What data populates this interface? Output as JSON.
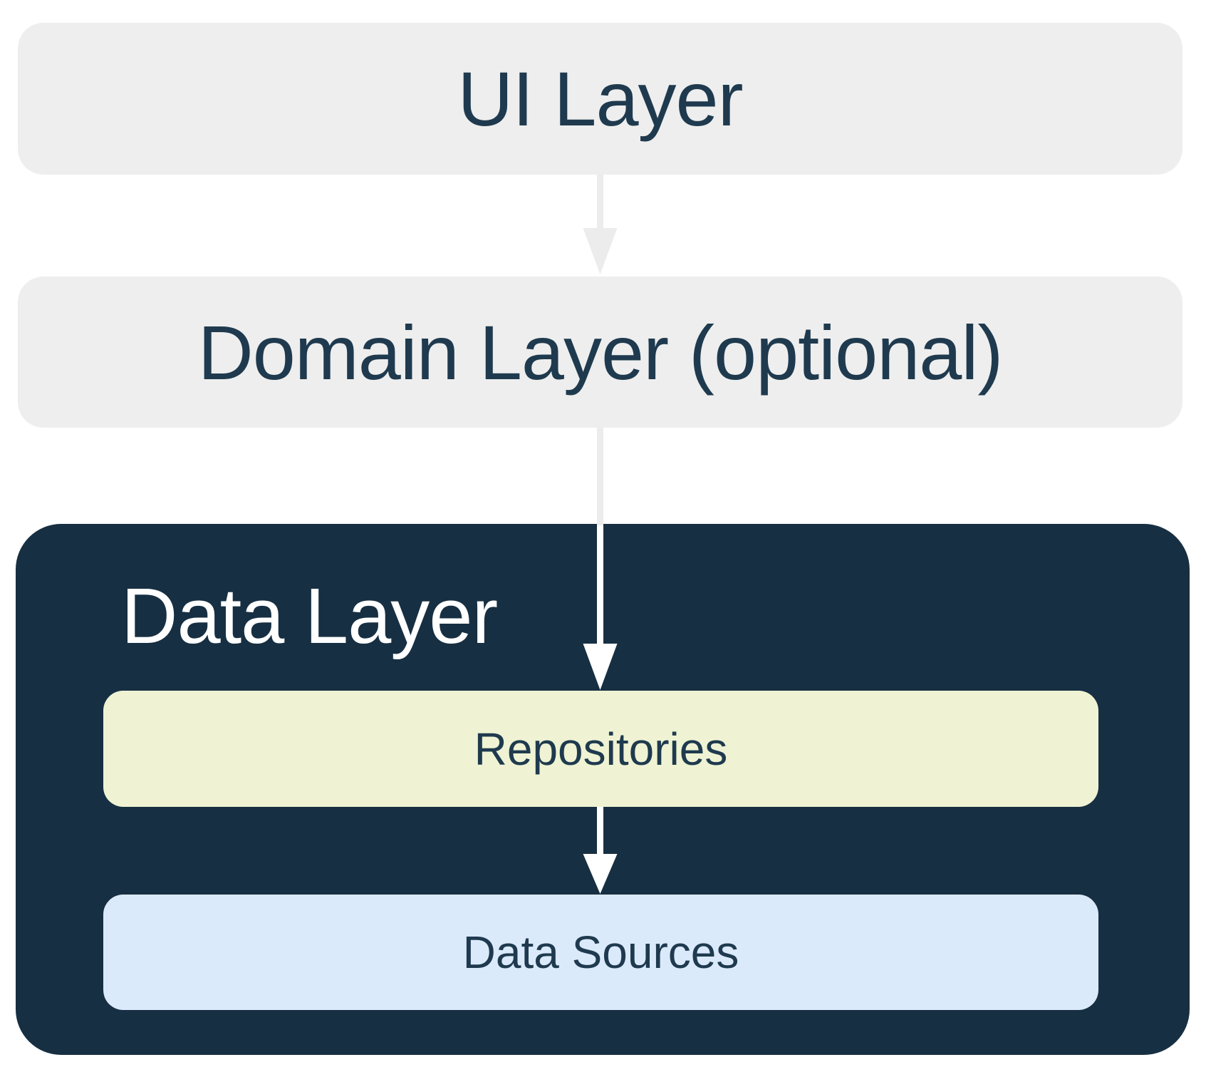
{
  "nodes": {
    "ui_layer": {
      "label": "UI Layer"
    },
    "domain_layer": {
      "label": "Domain Layer (optional)"
    },
    "data_layer": {
      "label": "Data Layer",
      "children": {
        "repositories": {
          "label": "Repositories"
        },
        "data_sources": {
          "label": "Data Sources"
        }
      }
    }
  },
  "connectors": [
    {
      "from": "UI Layer",
      "to": "Domain Layer (optional)",
      "direction": "down",
      "icon": "arrow-down-icon"
    },
    {
      "from": "Domain Layer (optional)",
      "to": "Repositories",
      "direction": "down",
      "icon": "arrow-down-icon"
    },
    {
      "from": "Repositories",
      "to": "Data Sources",
      "direction": "down",
      "icon": "arrow-down-icon"
    }
  ],
  "colors": {
    "background": "#ffffff",
    "layer_box_fill": "#eeeeee",
    "layer_box_text": "#1f3a4e",
    "data_layer_fill": "#172f42",
    "data_layer_text": "#ffffff",
    "repositories_fill": "#eff3d3",
    "data_sources_fill": "#dbeafb",
    "gray_arrow": "#ececec",
    "white_arrow": "#ffffff"
  }
}
